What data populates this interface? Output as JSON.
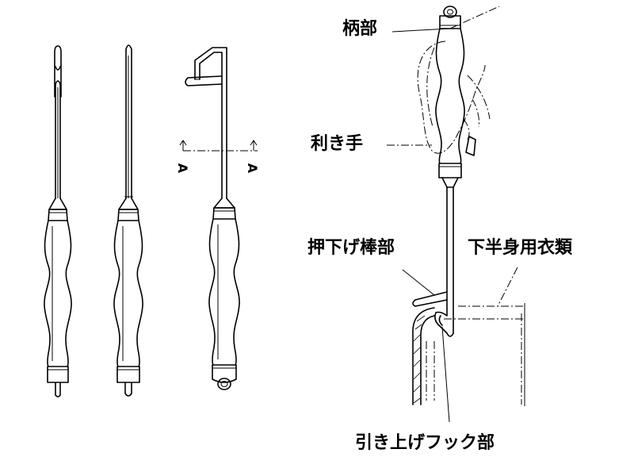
{
  "labels": {
    "handle": "柄部",
    "dominant_hand": "利き手",
    "push_down_bar": "押下げ棒部",
    "lower_garment": "下半身用衣類",
    "pull_up_hook": "引き上げフック部"
  },
  "section_marker": "A"
}
